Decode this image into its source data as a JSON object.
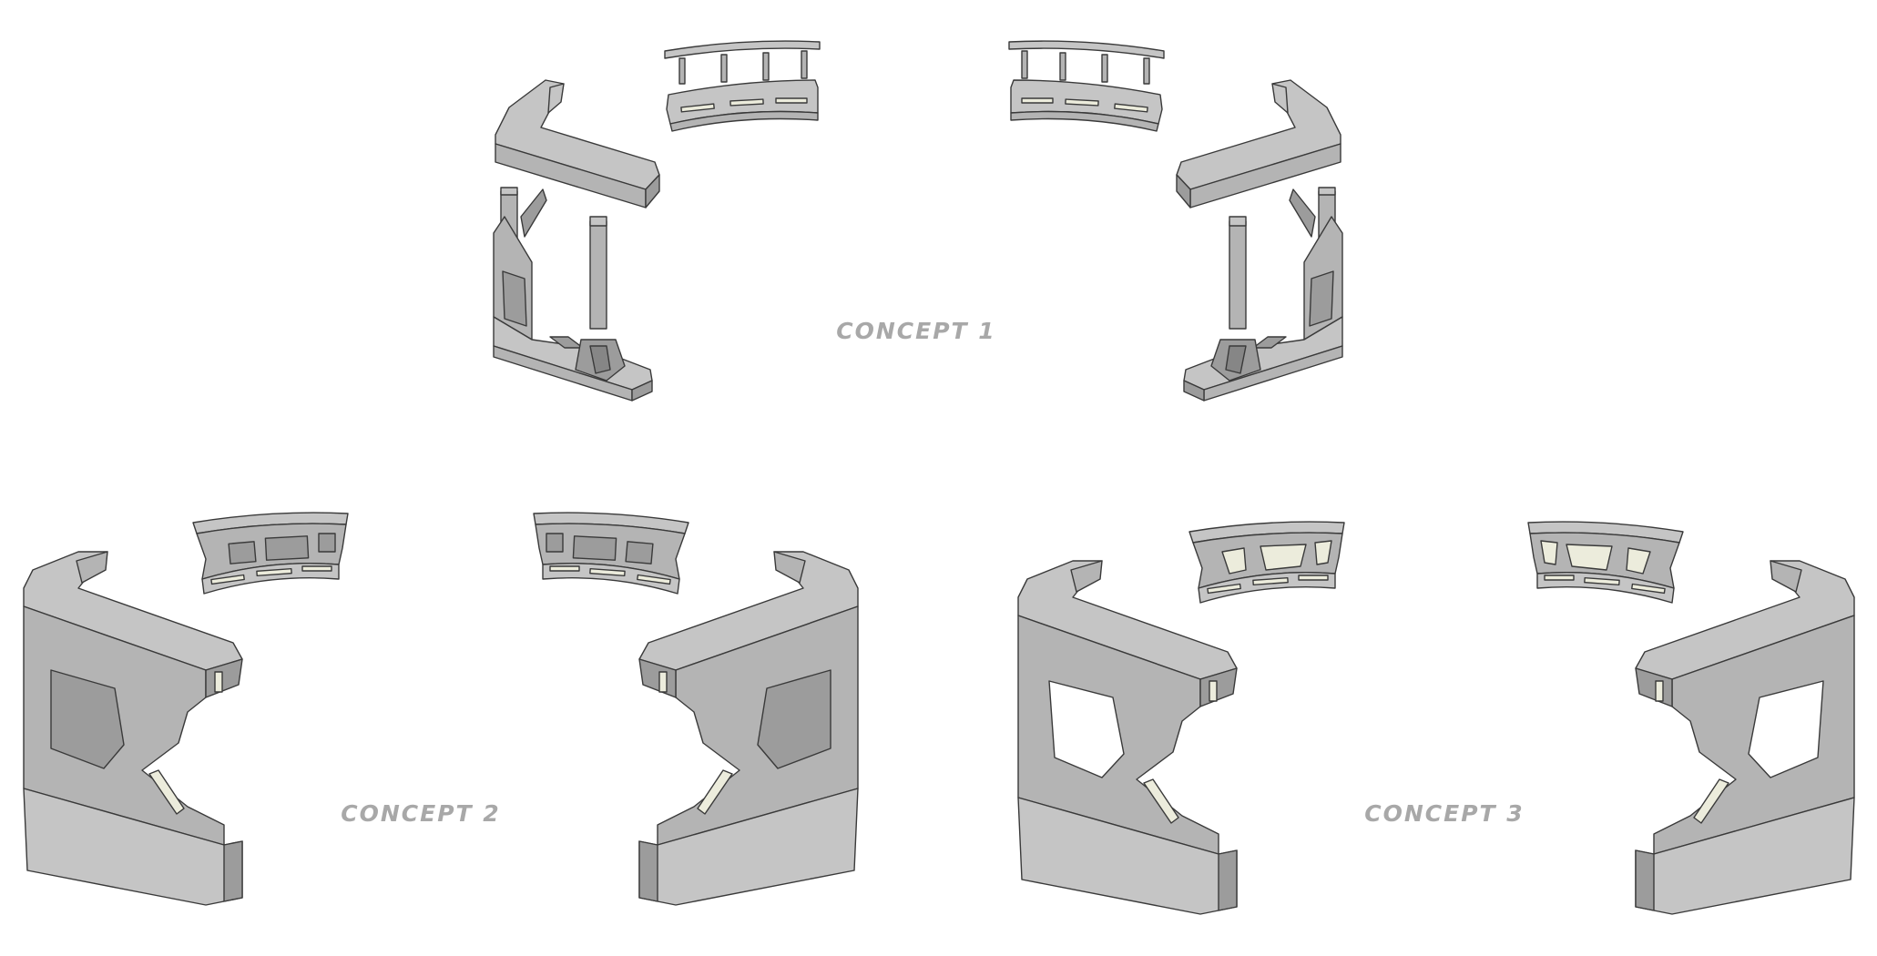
{
  "labels": {
    "concept_1": "CONCEPT 1",
    "concept_2": "CONCEPT 2",
    "concept_3": "CONCEPT 3"
  },
  "colors": {
    "background": "#ffffff",
    "panel_light": "#c5c5c5",
    "panel_mid": "#b4b4b4",
    "panel_dark": "#9c9c9c",
    "light_strip": "#ececdc",
    "outline": "#3a3a3a",
    "label": "#a8a8a8"
  }
}
